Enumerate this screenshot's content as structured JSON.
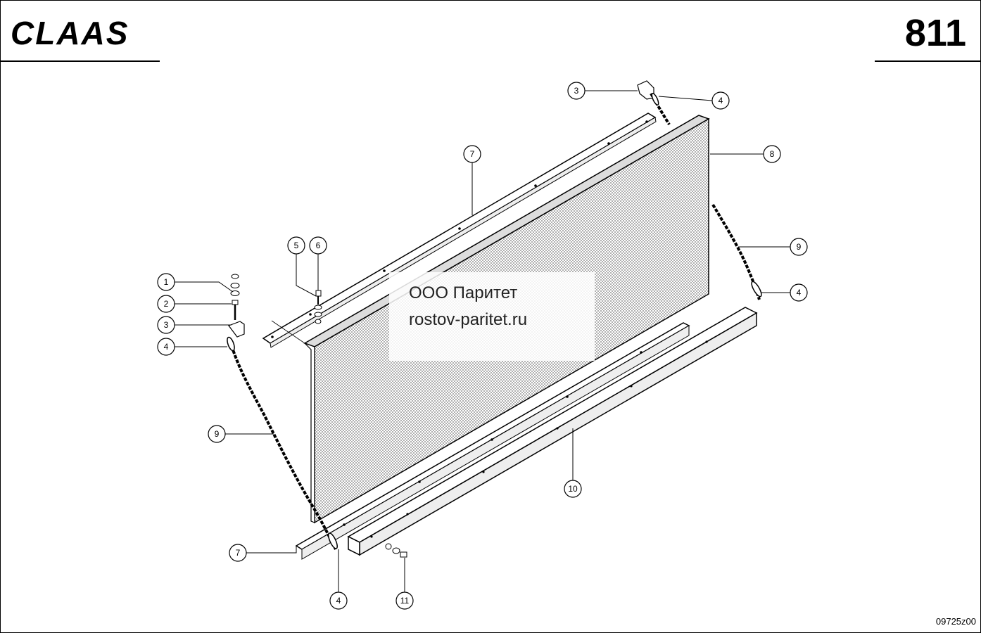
{
  "header": {
    "brand": "CLAAS",
    "page_number": "811"
  },
  "watermark": {
    "company": "ООО Паритет",
    "website": "rostov-paritet.ru"
  },
  "footer": {
    "drawing_code": "09725z00"
  },
  "callouts": [
    {
      "id": "callout-3-top",
      "label": "3"
    },
    {
      "id": "callout-4-top",
      "label": "4"
    },
    {
      "id": "callout-7-top",
      "label": "7"
    },
    {
      "id": "callout-8",
      "label": "8"
    },
    {
      "id": "callout-9-right",
      "label": "9"
    },
    {
      "id": "callout-4-right",
      "label": "4"
    },
    {
      "id": "callout-5",
      "label": "5"
    },
    {
      "id": "callout-6",
      "label": "6"
    },
    {
      "id": "callout-1",
      "label": "1"
    },
    {
      "id": "callout-2",
      "label": "2"
    },
    {
      "id": "callout-3-left",
      "label": "3"
    },
    {
      "id": "callout-4-left",
      "label": "4"
    },
    {
      "id": "callout-9-left",
      "label": "9"
    },
    {
      "id": "callout-10",
      "label": "10"
    },
    {
      "id": "callout-7-bottom",
      "label": "7"
    },
    {
      "id": "callout-4-bottom",
      "label": "4"
    },
    {
      "id": "callout-11",
      "label": "11"
    }
  ]
}
